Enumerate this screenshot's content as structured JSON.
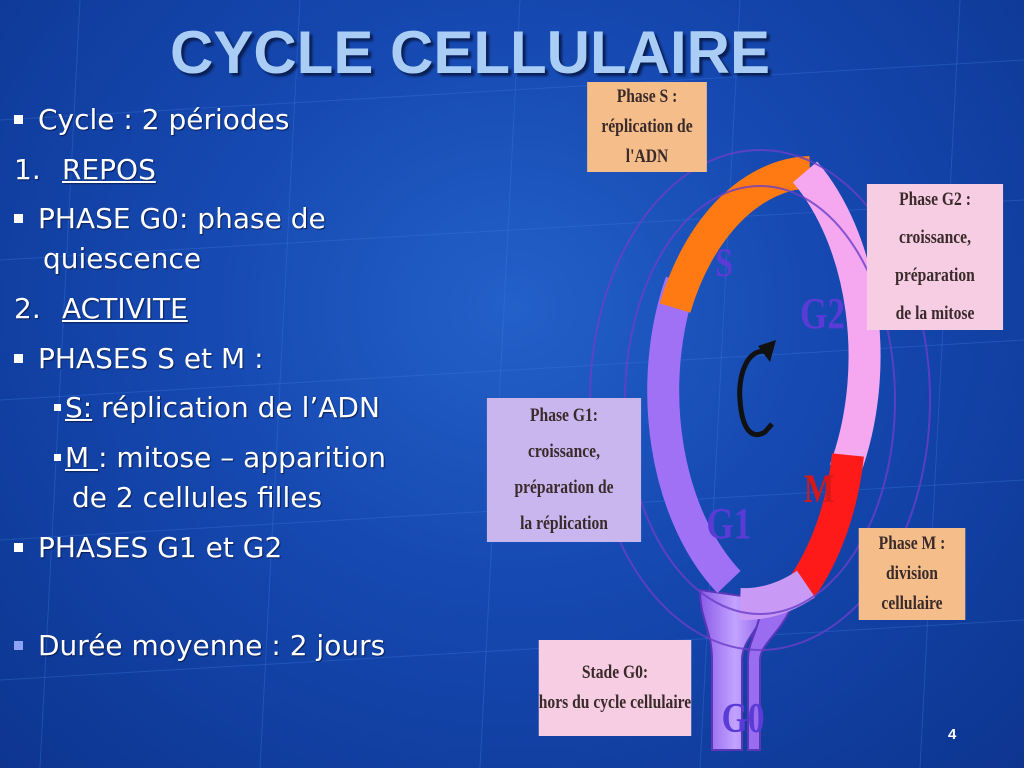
{
  "slide": {
    "title": "CYCLE CELLULAIRE",
    "page_number": "4"
  },
  "content": {
    "line1": "Cycle : 2 périodes",
    "line2_num": "1.",
    "line2_text": "REPOS",
    "line3a": "PHASE G0: phase de",
    "line3b": "quiescence",
    "line4_num": "2.",
    "line4_text": "ACTIVITE",
    "line5": "PHASES S et M :",
    "line6_term": "S:",
    "line6_rest": " réplication de l’ADN",
    "line7_term": "M ",
    "line7_rest": ": mitose – apparition",
    "line7b": "de 2 cellules filles",
    "line8": "PHASES G1 et G2",
    "line9": "Durée moyenne : 2 jours"
  },
  "diagram": {
    "box_s": {
      "l1": "Phase S :",
      "l2": "réplication de l'ADN",
      "color": "#f4bd8a"
    },
    "box_g2": {
      "l1": "Phase G2 :",
      "l2": "croissance, préparation",
      "l3": "de la mitose",
      "color": "#f6cde3"
    },
    "box_g1": {
      "l1": "Phase G1:",
      "l2": "croissance, préparation de",
      "l3": "la réplication",
      "color": "#c9b6ef"
    },
    "box_m": {
      "l1": "Phase M :",
      "l2": "division cellulaire",
      "color": "#f4bd8a"
    },
    "box_g0": {
      "l1": "Stade G0:",
      "l2": "hors du cycle cellulaire",
      "color": "#f6cde3"
    },
    "labels": {
      "s": "S",
      "g2": "G2",
      "m": "M",
      "g1": "G1",
      "g0": "G0"
    },
    "colors": {
      "s": "#ff7a12",
      "g2": "#f5a8f0",
      "m": "#ff1a1a",
      "g1": "#a070f5",
      "label": "#5b3bd6"
    }
  }
}
